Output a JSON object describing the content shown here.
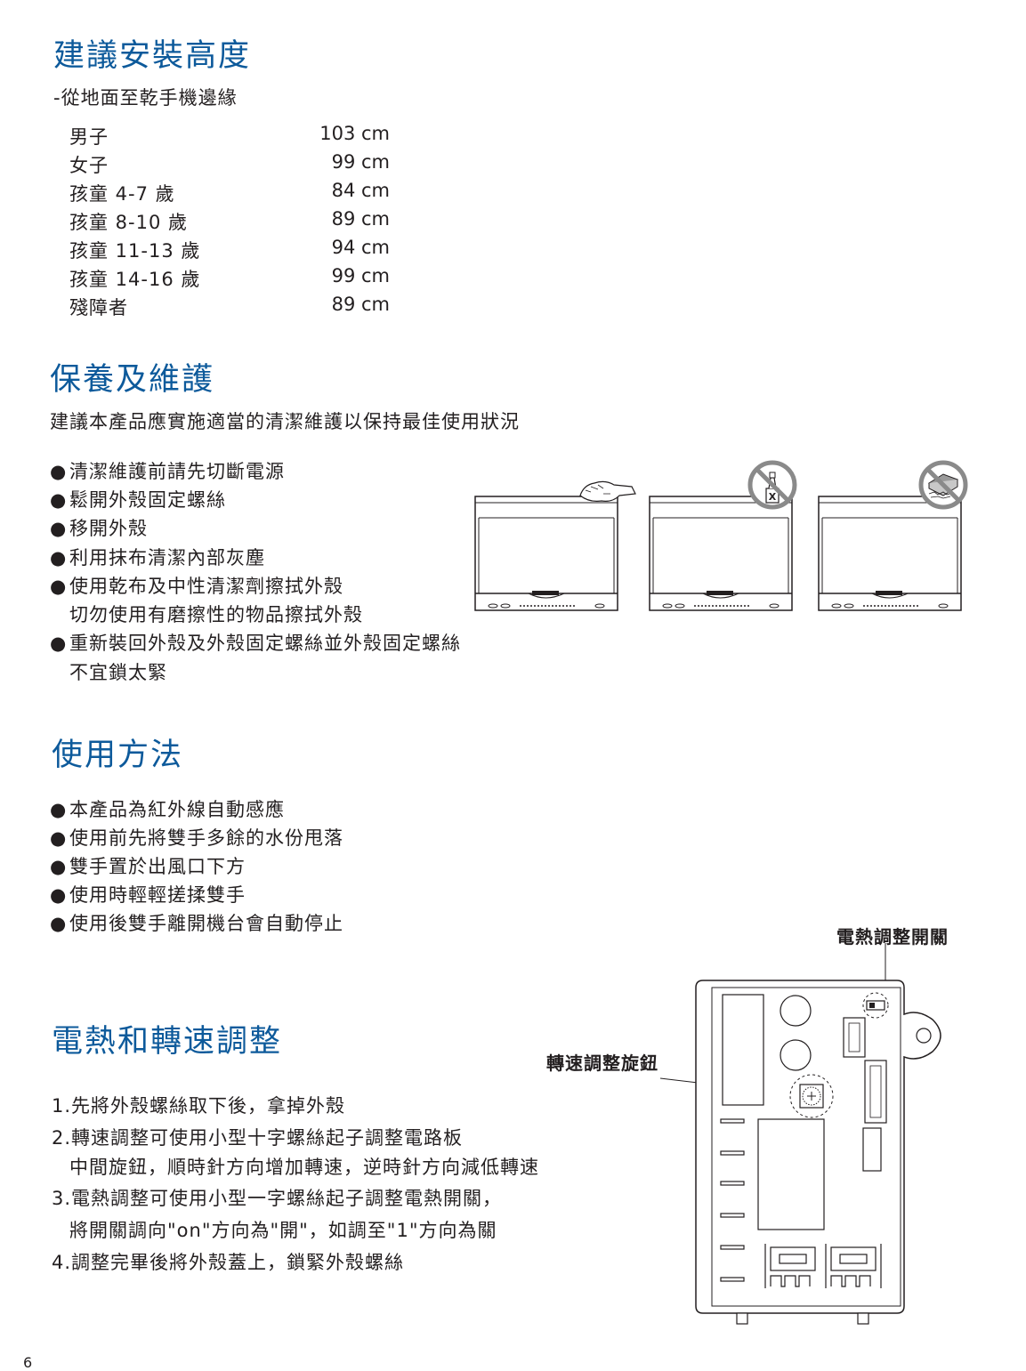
{
  "install": {
    "title": "建議安裝高度",
    "subtitle": "-從地面至乾手機邊緣",
    "rows": [
      {
        "label": "男子",
        "value": "103 cm"
      },
      {
        "label": "女子",
        "value": "99 cm"
      },
      {
        "label": "孩童 4-7 歲",
        "value": "84 cm"
      },
      {
        "label": "孩童 8-10 歲",
        "value": "89 cm"
      },
      {
        "label": "孩童 11-13 歲",
        "value": "94 cm"
      },
      {
        "label": "孩童 14-16 歲",
        "value": "99 cm"
      },
      {
        "label": "殘障者",
        "value": "89 cm"
      }
    ]
  },
  "maintenance": {
    "title": "保養及維護",
    "intro": "建議本產品應實施適當的清潔維護以保持最佳使用狀況",
    "bullets": [
      "清潔維護前請先切斷電源",
      "鬆開外殼固定螺絲",
      "移開外殼",
      "利用抹布清潔內部灰塵",
      "使用乾布及中性清潔劑擦拭外殼",
      "切勿使用有磨擦性的物品擦拭外殼",
      "重新裝回外殼及外殼固定螺絲並外殼固定螺絲",
      "不宜鎖太緊"
    ],
    "bottle_mark": "X"
  },
  "usage": {
    "title": "使用方法",
    "bullets": [
      "本產品為紅外線自動感應",
      "使用前先將雙手多餘的水份甩落",
      "雙手置於出風口下方",
      "使用時輕輕搓揉雙手",
      "使用後雙手離開機台會自動停止"
    ]
  },
  "adjust": {
    "title": "電熱和轉速調整",
    "steps": [
      "1.先將外殼螺絲取下後，拿掉外殼",
      "2.轉速調整可使用小型十字螺絲起子調整電路板",
      "中間旋鈕，順時針方向增加轉速，逆時針方向減低轉速",
      "3.電熱調整可使用小型一字螺絲起子調整電熱開關，",
      "將開關調向\"on\"方向為\"開\"，如調至\"1\"方向為關",
      "4.調整完畢後將外殼蓋上，鎖緊外殼螺絲"
    ],
    "heat_switch_label": "電熱調整開關",
    "speed_knob_label": "轉速調整旋鈕"
  },
  "page_number": "6",
  "colors": {
    "heading": "#0d5a9b",
    "text": "#231f20",
    "line": "#231f20"
  }
}
